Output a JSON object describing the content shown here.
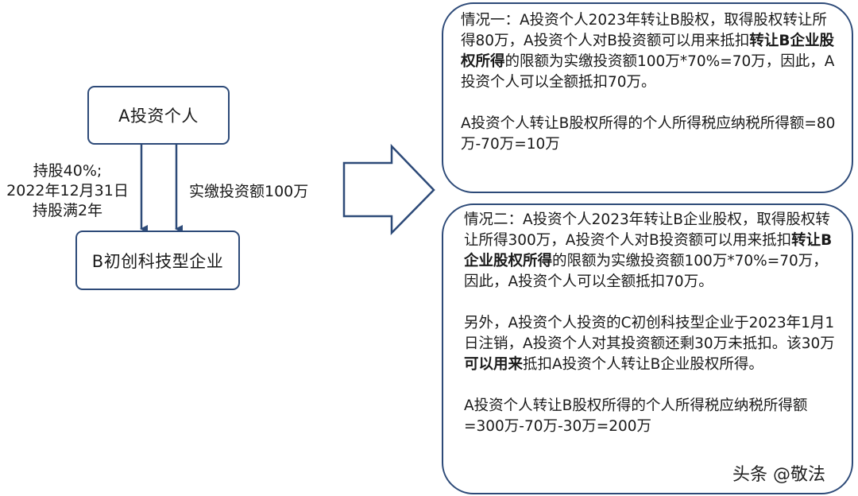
{
  "nodes": {
    "investor": "A投资个人",
    "company": "B初创科技型企业"
  },
  "edges": {
    "left_label": [
      "持股40%;",
      "2022年12月31日",
      "持股满2年"
    ],
    "right_label": "实缴投资额100万"
  },
  "case1": {
    "p1_a": "情况一：A投资个人2023年转让B股权，取得股权转让所得80万，A投资个人对B投资额可以用来抵扣",
    "p1_bold": "转让B企业股权所得",
    "p1_b": "的限额为实缴投资额100万*70%=70万，因此，A投资个人可以全额抵扣70万。",
    "p2": "A投资个人转让B股权所得的个人所得税应纳税所得额=80万-70万=10万"
  },
  "case2": {
    "p1_a": "情况二：A投资个人2023年转让B企业股权，取得股权转让所得300万，A投资个人对B投资额可以用来抵扣",
    "p1_bold": "转让B企业股权所得",
    "p1_b": "的限额为实缴投资额100万*70%=70万，因此，A投资个人可以全额抵扣70万。",
    "p2_a": "另外，A投资个人投资的C初创科技型企业于2023年1月1日注销，A投资个人对其投资额还剩30万未抵扣。该30万",
    "p2_bold": "可以用来",
    "p2_b": "抵扣A投资个人转让B企业股权所得。",
    "p3": "A投资个人转让B股权所得的个人所得税应纳税所得额=300万-70万-30万=200万"
  },
  "watermark": "头条 @敬法",
  "colors": {
    "border": "#2d4a78",
    "arrow": "#2d4a78",
    "text": "#1a1a1a"
  }
}
